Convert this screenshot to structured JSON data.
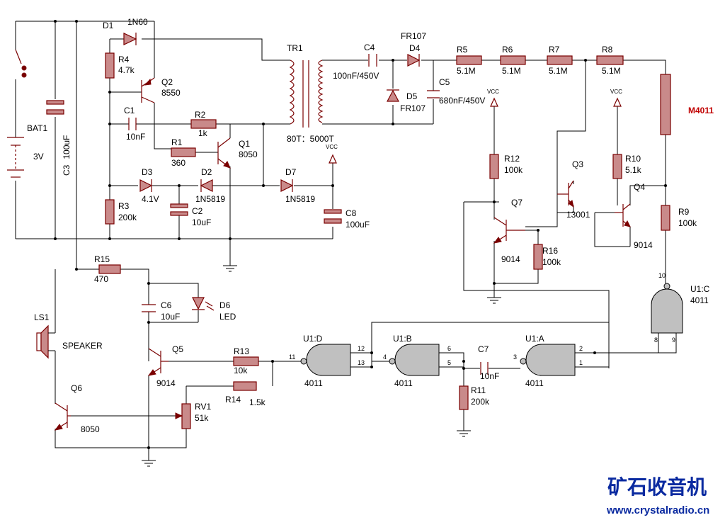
{
  "components": {
    "D1": {
      "ref": "D1",
      "value": "1N60"
    },
    "R4": {
      "ref": "R4",
      "value": "4.7k"
    },
    "Q2": {
      "ref": "Q2",
      "value": "8550"
    },
    "C1": {
      "ref": "C1",
      "value": "10nF"
    },
    "R2": {
      "ref": "R2",
      "value": "1k"
    },
    "R1": {
      "ref": "R1",
      "value": "360"
    },
    "Q1": {
      "ref": "Q1",
      "value": "8050"
    },
    "TR1": {
      "ref": "TR1",
      "value": "80T：5000T"
    },
    "BAT1": {
      "ref": "BAT1",
      "value": "3V"
    },
    "C3": {
      "ref": "C3",
      "value": "100uF"
    },
    "D3": {
      "ref": "D3",
      "value": "4.1V"
    },
    "D2": {
      "ref": "D2",
      "value": "1N5819"
    },
    "D7": {
      "ref": "D7",
      "value": "1N5819"
    },
    "R3": {
      "ref": "R3",
      "value": "200k"
    },
    "C2": {
      "ref": "C2",
      "value": "10uF"
    },
    "C8": {
      "ref": "C8",
      "value": "100uF"
    },
    "C4": {
      "ref": "C4",
      "value": "100nF/450V"
    },
    "D4": {
      "ref": "D4",
      "value": "FR107"
    },
    "D5": {
      "ref": "D5",
      "value": "FR107"
    },
    "C5": {
      "ref": "C5",
      "value": "680nF/450V"
    },
    "R5": {
      "ref": "R5",
      "value": "5.1M"
    },
    "R6": {
      "ref": "R6",
      "value": "5.1M"
    },
    "R7": {
      "ref": "R7",
      "value": "5.1M"
    },
    "R8": {
      "ref": "R8",
      "value": "5.1M"
    },
    "M4011": {
      "ref": "M4011"
    },
    "R12": {
      "ref": "R12",
      "value": "100k"
    },
    "Q7": {
      "ref": "Q7",
      "value": "9014"
    },
    "R16": {
      "ref": "R16",
      "value": "100k"
    },
    "Q3": {
      "ref": "Q3",
      "value": "13001"
    },
    "R10": {
      "ref": "R10",
      "value": "5.1k"
    },
    "Q4": {
      "ref": "Q4",
      "value": "9014"
    },
    "R9": {
      "ref": "R9",
      "value": "100k"
    },
    "R15": {
      "ref": "R15",
      "value": "470"
    },
    "C6": {
      "ref": "C6",
      "value": "10uF"
    },
    "D6": {
      "ref": "D6",
      "value": "LED"
    },
    "LS1": {
      "ref": "LS1",
      "value": "SPEAKER"
    },
    "Q5": {
      "ref": "Q5",
      "value": "9014"
    },
    "Q6": {
      "ref": "Q6",
      "value": "8050"
    },
    "R13": {
      "ref": "R13",
      "value": "10k"
    },
    "R14": {
      "ref": "R14",
      "value": "1.5k"
    },
    "RV1": {
      "ref": "RV1",
      "value": "51k"
    },
    "U1D": {
      "ref": "U1:D",
      "value": "4011"
    },
    "U1B": {
      "ref": "U1:B",
      "value": "4011"
    },
    "U1A": {
      "ref": "U1:A",
      "value": "4011"
    },
    "U1C": {
      "ref": "U1:C",
      "value": "4011"
    },
    "C7": {
      "ref": "C7",
      "value": "10nF"
    },
    "R11": {
      "ref": "R11",
      "value": "200k"
    }
  },
  "vcc": "VCC",
  "pins": {
    "u1d_in_a": "12",
    "u1d_in_b": "13",
    "u1d_out": "11",
    "u1b_in_a": "6",
    "u1b_in_b": "5",
    "u1b_out": "4",
    "u1a_in_a": "2",
    "u1a_in_b": "1",
    "u1a_out": "3",
    "u1c_in_a": "8",
    "u1c_in_b": "9",
    "u1c_out": "10"
  },
  "watermark": {
    "cn": "矿石收音机",
    "url": "www.crystalradio.cn"
  },
  "colors": {
    "component": "#7a0000",
    "wire": "#000000",
    "gate_fill": "#c0c0c0",
    "label_red": "#c00000",
    "watermark": "#0a2aa0"
  }
}
